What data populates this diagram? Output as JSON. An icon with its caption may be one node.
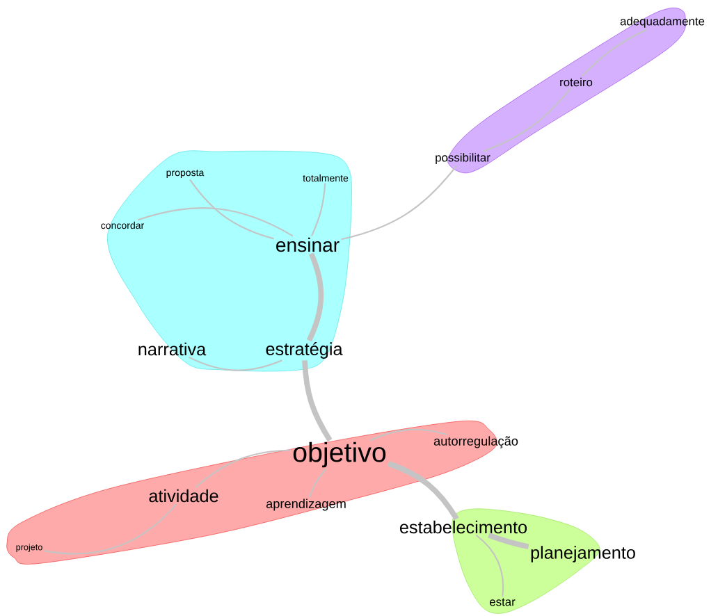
{
  "diagram": {
    "nodes": [
      {
        "text": [],
        "shape": "cloud"
      },
      {
        "text": [
          "adequadamente"
        ],
        "in": 0
      },
      {
        "text": [
          "roteiro"
        ],
        "in": 0
      },
      {
        "text": [
          "possibilitar"
        ],
        "in": 0
      },
      {
        "text": [],
        "shape": "cloud"
      },
      {
        "text": [
          "proposta"
        ],
        "in": 4
      },
      {
        "text": [
          "totalmente"
        ],
        "in": 4
      },
      {
        "text": [
          "concordar"
        ],
        "in": 4
      },
      {
        "text": [
          "ensinar"
        ],
        "in": 4
      },
      {
        "text": [
          "narrativa"
        ],
        "in": 4
      },
      {
        "text": [
          "estratégia"
        ],
        "in": 4
      },
      {
        "text": [],
        "shape": "cloud"
      },
      {
        "text": [
          "objetivo"
        ],
        "in": 11
      },
      {
        "text": [
          "autorregulação"
        ],
        "in": 11
      },
      {
        "text": [
          "atividade"
        ],
        "in": 11
      },
      {
        "text": [
          "aprendizagem"
        ],
        "in": 11
      },
      {
        "text": [
          "projeto"
        ],
        "in": 11
      },
      {
        "text": [
          "estabelecimento"
        ]
      },
      {
        "text": [],
        "shape": "cloud"
      },
      {
        "text": [
          "planejamento"
        ],
        "in": 18
      },
      {
        "text": [
          "estar"
        ],
        "in": 18
      }
    ],
    "edges": [
      {
        "from": 3,
        "to": 2,
        "arrow": "none"
      },
      {
        "from": 2,
        "to": 1,
        "arrow": "none"
      },
      {
        "from": 3,
        "to": 8,
        "arrow": "none"
      },
      {
        "from": 8,
        "to": 5,
        "arrow": "none"
      },
      {
        "from": 8,
        "to": 6,
        "arrow": "none"
      },
      {
        "from": 8,
        "to": 7,
        "arrow": "none"
      },
      {
        "from": 8,
        "to": 10,
        "arrow": "none",
        "style": "thick"
      },
      {
        "from": 10,
        "to": 9,
        "arrow": "none"
      },
      {
        "from": 10,
        "to": 12,
        "arrow": "none",
        "style": "thick"
      },
      {
        "from": 12,
        "to": 13,
        "arrow": "none"
      },
      {
        "from": 12,
        "to": 14,
        "arrow": "none"
      },
      {
        "from": 12,
        "to": 15,
        "arrow": "none"
      },
      {
        "from": 14,
        "to": 16,
        "arrow": "none"
      },
      {
        "from": 12,
        "to": 17,
        "arrow": "none",
        "style": "thick"
      },
      {
        "from": 17,
        "to": 19,
        "arrow": "none",
        "style": "thick"
      },
      {
        "from": 17,
        "to": 20,
        "arrow": "none"
      }
    ]
  }
}
